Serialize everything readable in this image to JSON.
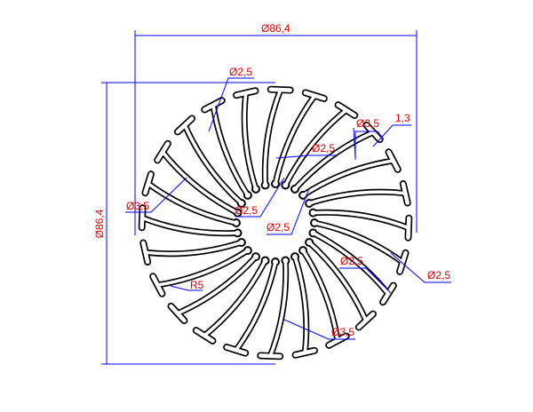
{
  "drawing": {
    "title": "Heatsink profile",
    "fin_count": 24,
    "colors": {
      "outline": "#000000",
      "dimension_line": "#0000ff",
      "dimension_text": "#e00000"
    },
    "dimensions": {
      "overall_width": "Ø86,4",
      "overall_height": "Ø86,4",
      "labels": [
        {
          "id": "hole-top-left",
          "text": "Ø2,5"
        },
        {
          "id": "hole-top-right",
          "text": "Ø3,5"
        },
        {
          "id": "thickness",
          "text": "1,3"
        },
        {
          "id": "hole-center-top",
          "text": "Ø2,5"
        },
        {
          "id": "hole-left",
          "text": "Ø3,5"
        },
        {
          "id": "hole-center-left",
          "text": "Ø2,5"
        },
        {
          "id": "hole-center",
          "text": "Ø2,5"
        },
        {
          "id": "hole-right-lower",
          "text": "Ø2,5"
        },
        {
          "id": "hole-right",
          "text": "Ø2,5"
        },
        {
          "id": "radius",
          "text": "R5"
        },
        {
          "id": "hole-bottom",
          "text": "Ø3,5"
        }
      ]
    }
  }
}
